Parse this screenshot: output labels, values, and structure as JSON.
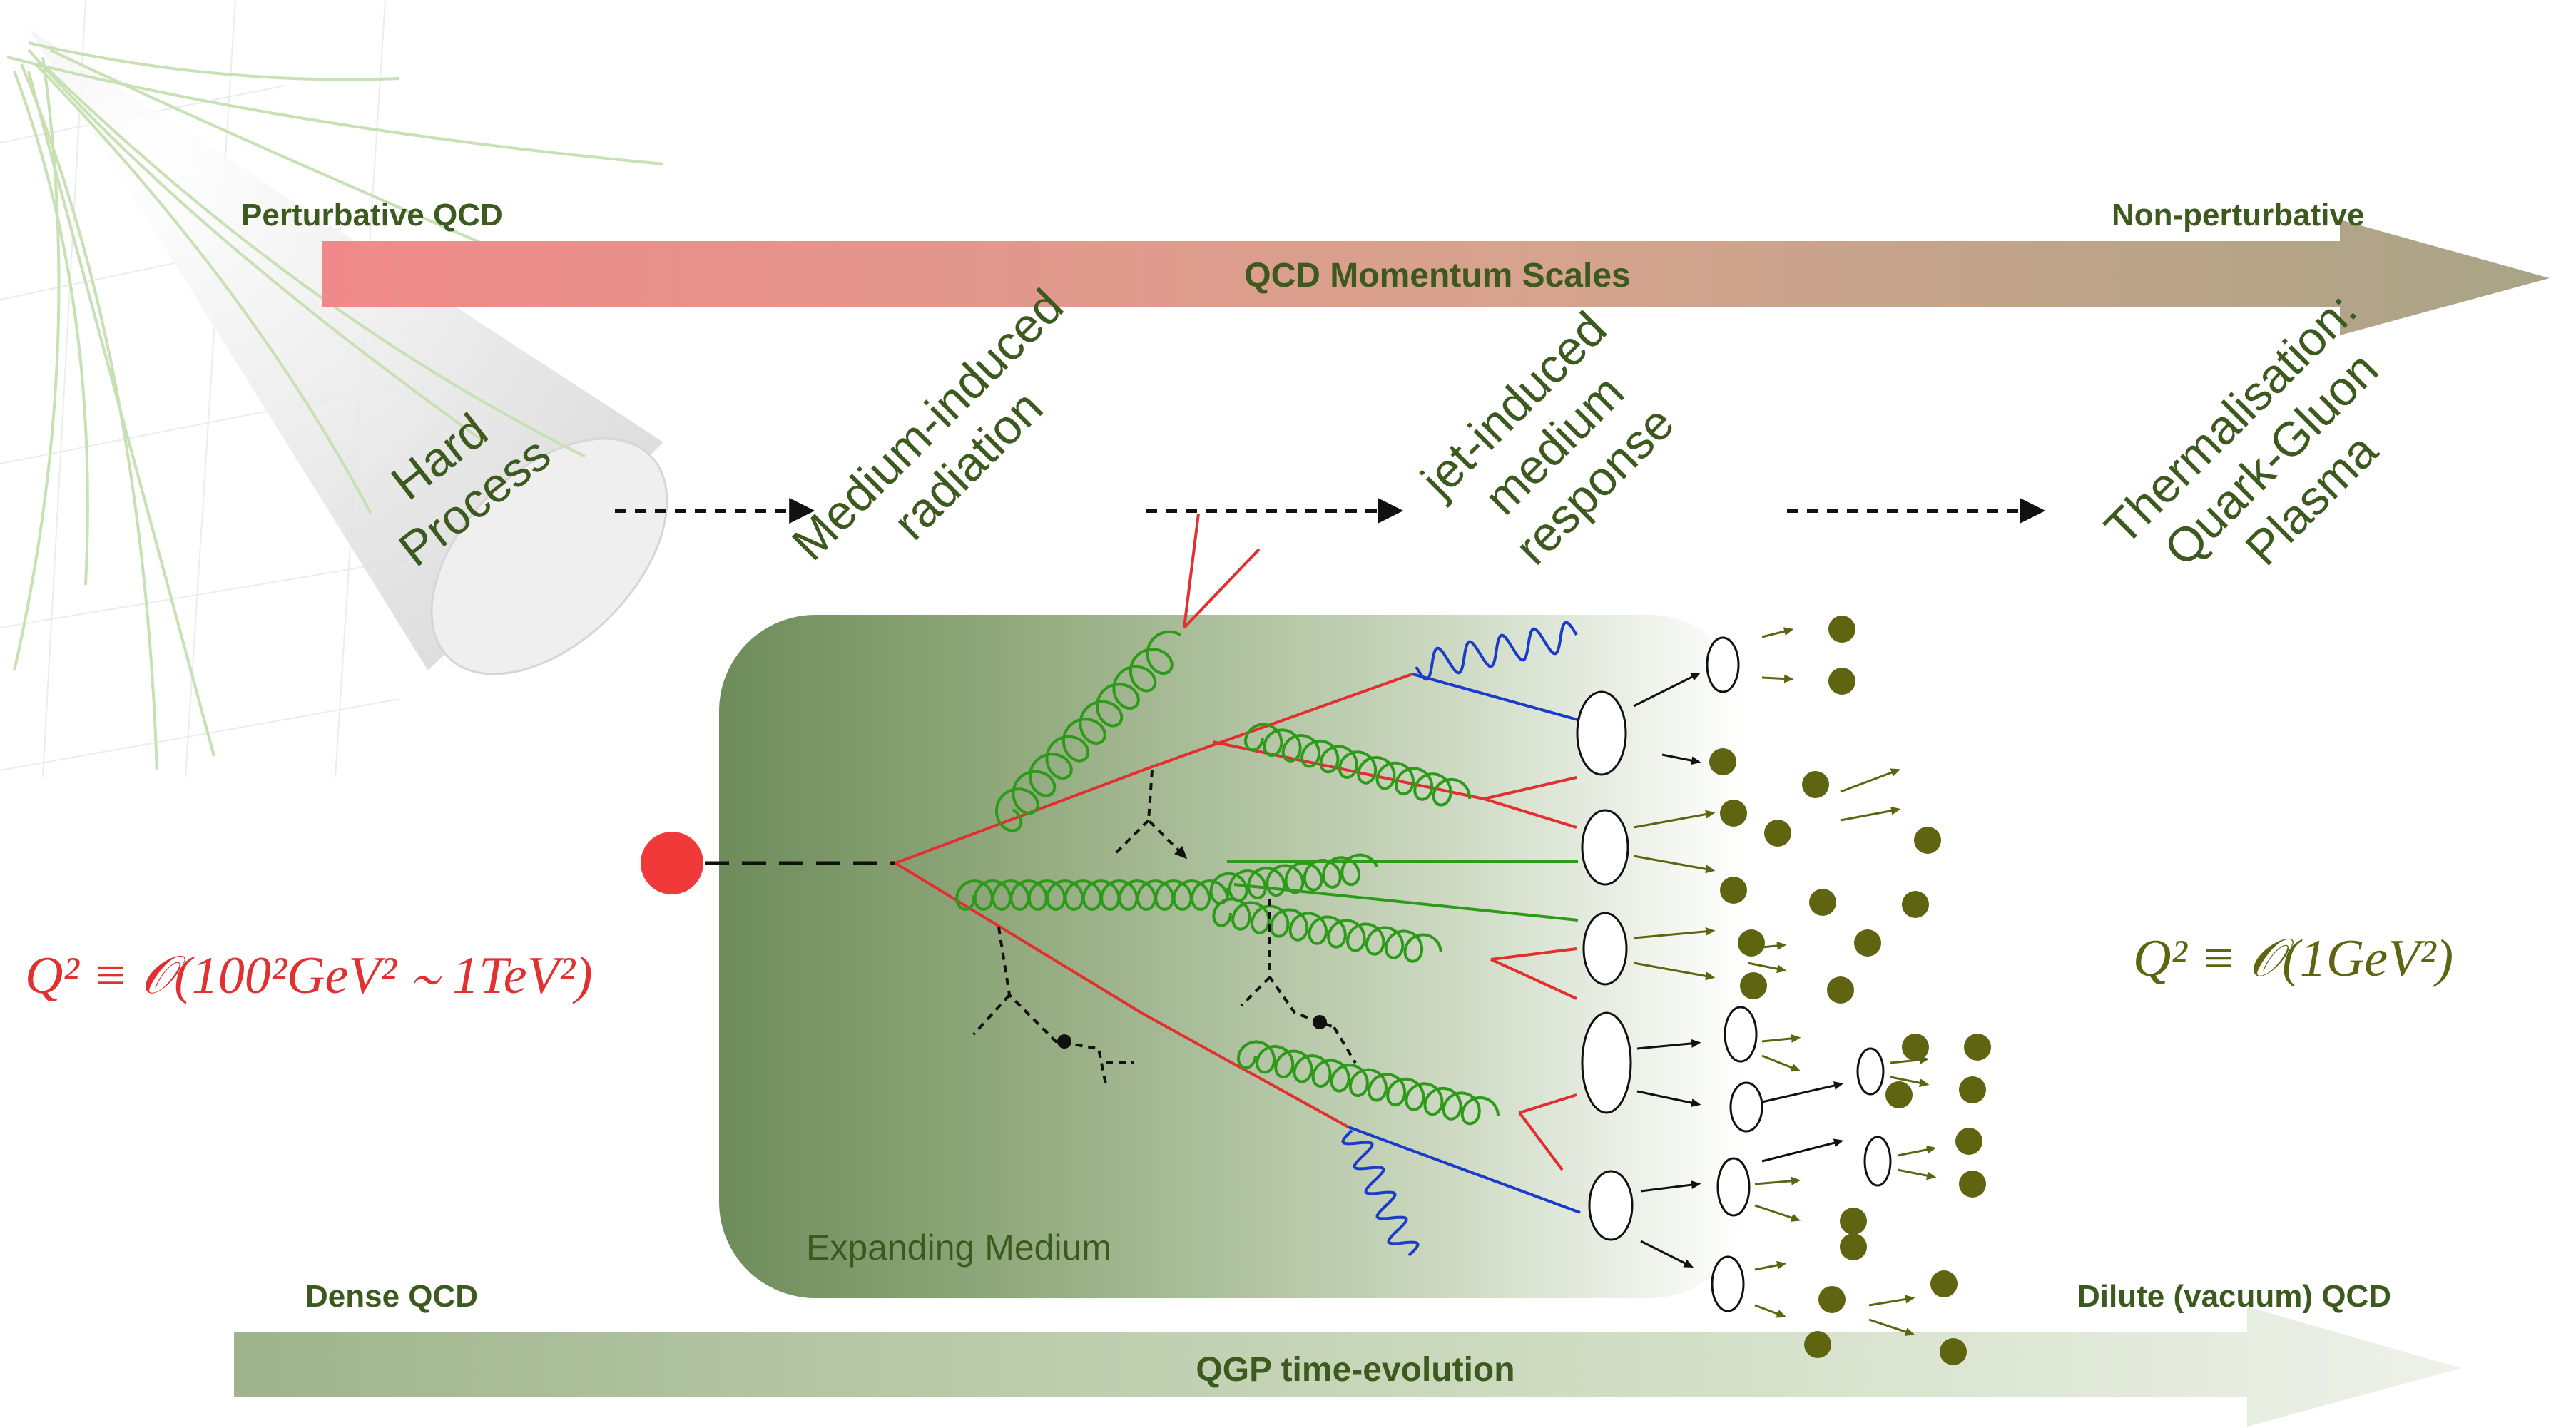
{
  "top_axis": {
    "left_label": "Perturbative QCD",
    "right_label": "Non-perturbative",
    "arrow_label": "QCD Momentum Scales"
  },
  "bottom_axis": {
    "left_label": "Dense QCD",
    "right_label": "Dilute (vacuum) QCD",
    "arrow_label": "QGP time-evolution"
  },
  "stages": [
    {
      "lines": [
        "Hard",
        "Process"
      ]
    },
    {
      "lines": [
        "Medium-induced",
        "radiation"
      ]
    },
    {
      "lines": [
        "jet-induced",
        "medium",
        "response"
      ]
    },
    {
      "lines": [
        "Thermalisation:",
        "Quark-Gluon",
        "Plasma"
      ]
    }
  ],
  "medium_label": "Expanding Medium",
  "q2_high": "Q² ≡ 𝒪(100²GeV² ∼ 1TeV²)",
  "q2_low": "Q² ≡ 𝒪(1GeV²)",
  "colors": {
    "red": "#e03030",
    "blue": "#1a3cc8",
    "gluon": "#2e9a1a",
    "label_green": "#3d5a1e",
    "hadron_dot": "#5f6410"
  }
}
